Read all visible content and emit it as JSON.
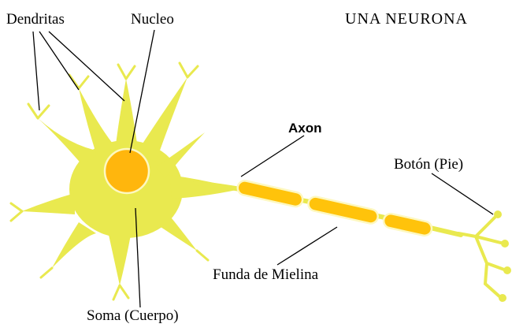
{
  "title": "UNA NEURONA",
  "labels": {
    "dendrites": "Dendritas",
    "nucleus": "Nucleo",
    "axon": "Axon",
    "bouton": "Botón (Pie)",
    "myelin": "Funda de Mielina",
    "soma": "Soma (Cuerpo)"
  },
  "colors": {
    "neuron": "#e9e94f",
    "nucleus": "#ffb60d",
    "myelin": "#ffc30b",
    "pale_outline": "#fdf8c0",
    "label_line": "#000000",
    "text": "#000000"
  }
}
